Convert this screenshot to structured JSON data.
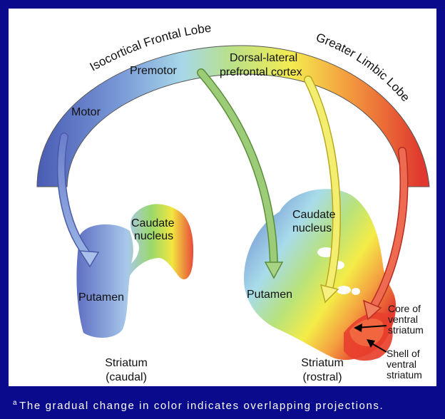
{
  "labels": {
    "arc_left": "Isocortical Frontal Lobe",
    "arc_right": "Greater Limbic Lobe",
    "motor": "Motor",
    "premotor": "Premotor",
    "dlpfc_line1": "Dorsal-lateral",
    "dlpfc_line2": "prefrontal cortex",
    "caudate_left_1": "Caudate",
    "caudate_left_2": "nucleus",
    "caudate_right_1": "Caudate",
    "caudate_right_2": "nucleus",
    "putamen_left": "Putamen",
    "putamen_right": "Putamen",
    "core_1": "Core of",
    "core_2": "ventral",
    "core_3": "striatum",
    "shell_1": "Shell of",
    "shell_2": "ventral",
    "shell_3": "striatum",
    "striatum_caudal_1": "Striatum",
    "striatum_caudal_2": "(caudal)",
    "striatum_rostral_1": "Striatum",
    "striatum_rostral_2": "(rostral)"
  },
  "caption": {
    "marker": "a",
    "text": "The gradual change in color indicates overlapping projections."
  },
  "colors": {
    "background": "#0a0a8c",
    "motor": "#5a6fc4",
    "premotor": "#8cc46a",
    "prefrontal": "#f2ea3c",
    "limbic": "#e8453a"
  }
}
